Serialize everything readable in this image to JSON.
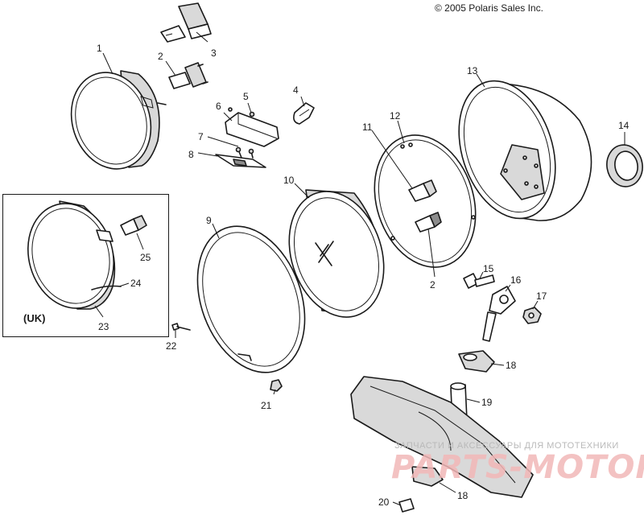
{
  "header": {
    "copyright": "© 2005 Polaris Sales Inc."
  },
  "inset": {
    "label": "(UK)"
  },
  "callouts": [
    {
      "id": "c1",
      "label": "1"
    },
    {
      "id": "c2a",
      "label": "2"
    },
    {
      "id": "c3",
      "label": "3"
    },
    {
      "id": "c4",
      "label": "4"
    },
    {
      "id": "c5",
      "label": "5"
    },
    {
      "id": "c6",
      "label": "6"
    },
    {
      "id": "c7",
      "label": "7"
    },
    {
      "id": "c8",
      "label": "8"
    },
    {
      "id": "c9",
      "label": "9"
    },
    {
      "id": "c10",
      "label": "10"
    },
    {
      "id": "c11",
      "label": "11"
    },
    {
      "id": "c12",
      "label": "12"
    },
    {
      "id": "c13",
      "label": "13"
    },
    {
      "id": "c14",
      "label": "14"
    },
    {
      "id": "c2b",
      "label": "2"
    },
    {
      "id": "c15",
      "label": "15"
    },
    {
      "id": "c16",
      "label": "16"
    },
    {
      "id": "c17",
      "label": "17"
    },
    {
      "id": "c18a",
      "label": "18"
    },
    {
      "id": "c19",
      "label": "19"
    },
    {
      "id": "c18b",
      "label": "18"
    },
    {
      "id": "c20",
      "label": "20"
    },
    {
      "id": "c21",
      "label": "21"
    },
    {
      "id": "c22",
      "label": "22"
    },
    {
      "id": "c23",
      "label": "23"
    },
    {
      "id": "c24",
      "label": "24"
    },
    {
      "id": "c25",
      "label": "25"
    }
  ],
  "watermark": {
    "tagline": "ЗАПЧАСТИ И АКСЕССУАРЫ ДЛЯ МОТОТЕХНИКИ",
    "site": "PARTS-MOTOR.RU"
  }
}
